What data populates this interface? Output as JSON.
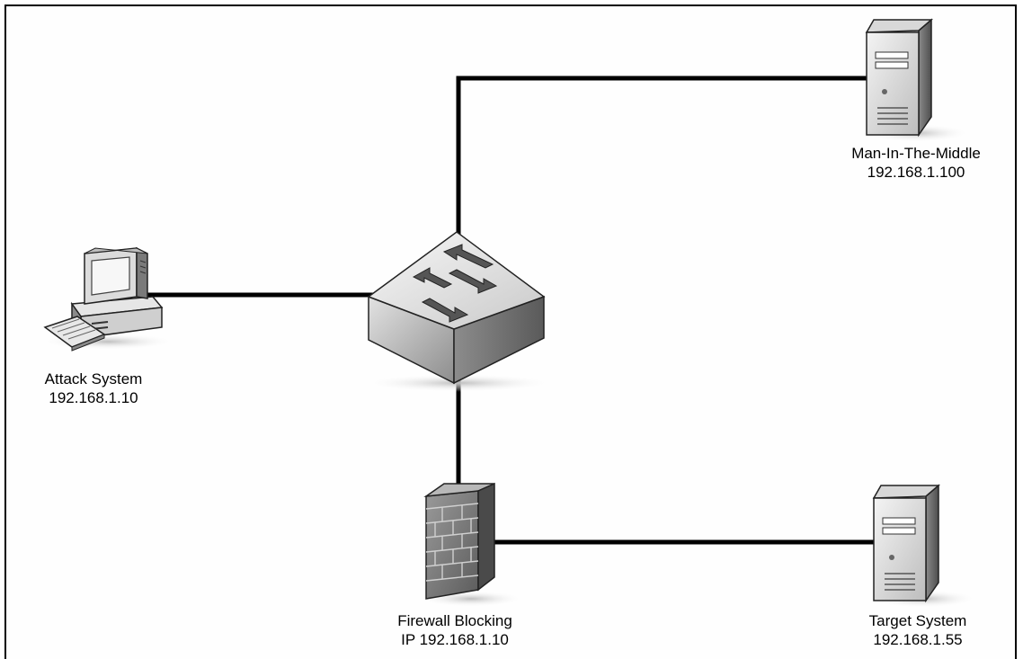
{
  "nodes": {
    "mitm": {
      "name": "Man-In-The-Middle",
      "ip": "192.168.1.100",
      "icon": "server-tower-icon"
    },
    "attacker": {
      "name": "Attack System",
      "ip": "192.168.1.10",
      "icon": "desktop-computer-icon"
    },
    "switch": {
      "icon": "network-switch-icon"
    },
    "firewall": {
      "name": "Firewall Blocking",
      "ip": "IP 192.168.1.10",
      "icon": "firewall-brick-icon"
    },
    "target": {
      "name": "Target System",
      "ip": "192.168.1.55",
      "icon": "server-tower-icon"
    }
  },
  "links": [
    {
      "from": "switch",
      "to": "mitm"
    },
    {
      "from": "attacker",
      "to": "switch"
    },
    {
      "from": "switch",
      "to": "firewall"
    },
    {
      "from": "firewall",
      "to": "target"
    }
  ]
}
